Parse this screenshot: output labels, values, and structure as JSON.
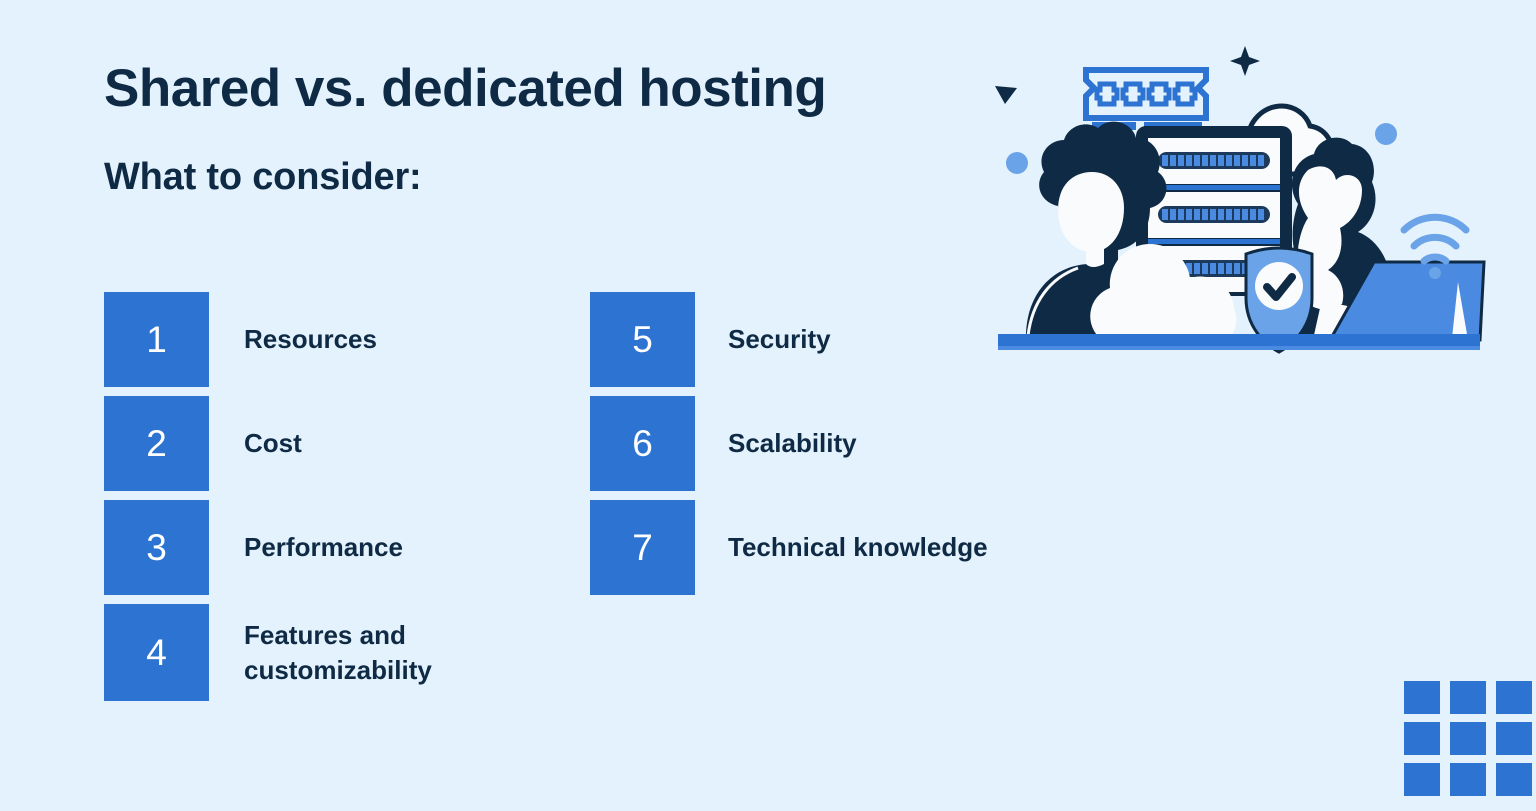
{
  "page": {
    "background_color": "#e3f2fc",
    "title": "Shared vs. dedicated hosting",
    "subtitle": "What to consider:"
  },
  "theme": {
    "accent_blue": "#2d73d2",
    "light_blue": "#6ba3e8",
    "navy": "#0f2a44",
    "cloud_white": "#fafbfc",
    "background": "#e3f2fc"
  },
  "list": {
    "left_column": [
      {
        "number": "1",
        "label": "Resources"
      },
      {
        "number": "2",
        "label": "Cost"
      },
      {
        "number": "3",
        "label": "Performance"
      },
      {
        "number": "4",
        "label": "Features and\ncustomizability"
      }
    ],
    "right_column": [
      {
        "number": "5",
        "label": "Security"
      },
      {
        "number": "6",
        "label": "Scalability"
      },
      {
        "number": "7",
        "label": "Technical knowledge"
      }
    ]
  },
  "illustration": {
    "name": "hosting-illustration",
    "elements": [
      "ram-stick-icon",
      "server-rack-icon",
      "cloud-shape",
      "person-silhouette-left",
      "person-silhouette-right",
      "shield-check-icon",
      "wifi-icon",
      "laptop-icon",
      "sparkle-icon",
      "triangle-icon",
      "dot-decoration"
    ],
    "ram_chip_count": 4,
    "server_bay_count": 3,
    "wifi_arc_count": 3
  },
  "decorations": {
    "grid_icon": {
      "name": "grid-decoration",
      "rows": 3,
      "columns": 3,
      "color": "#2d73d2"
    }
  }
}
